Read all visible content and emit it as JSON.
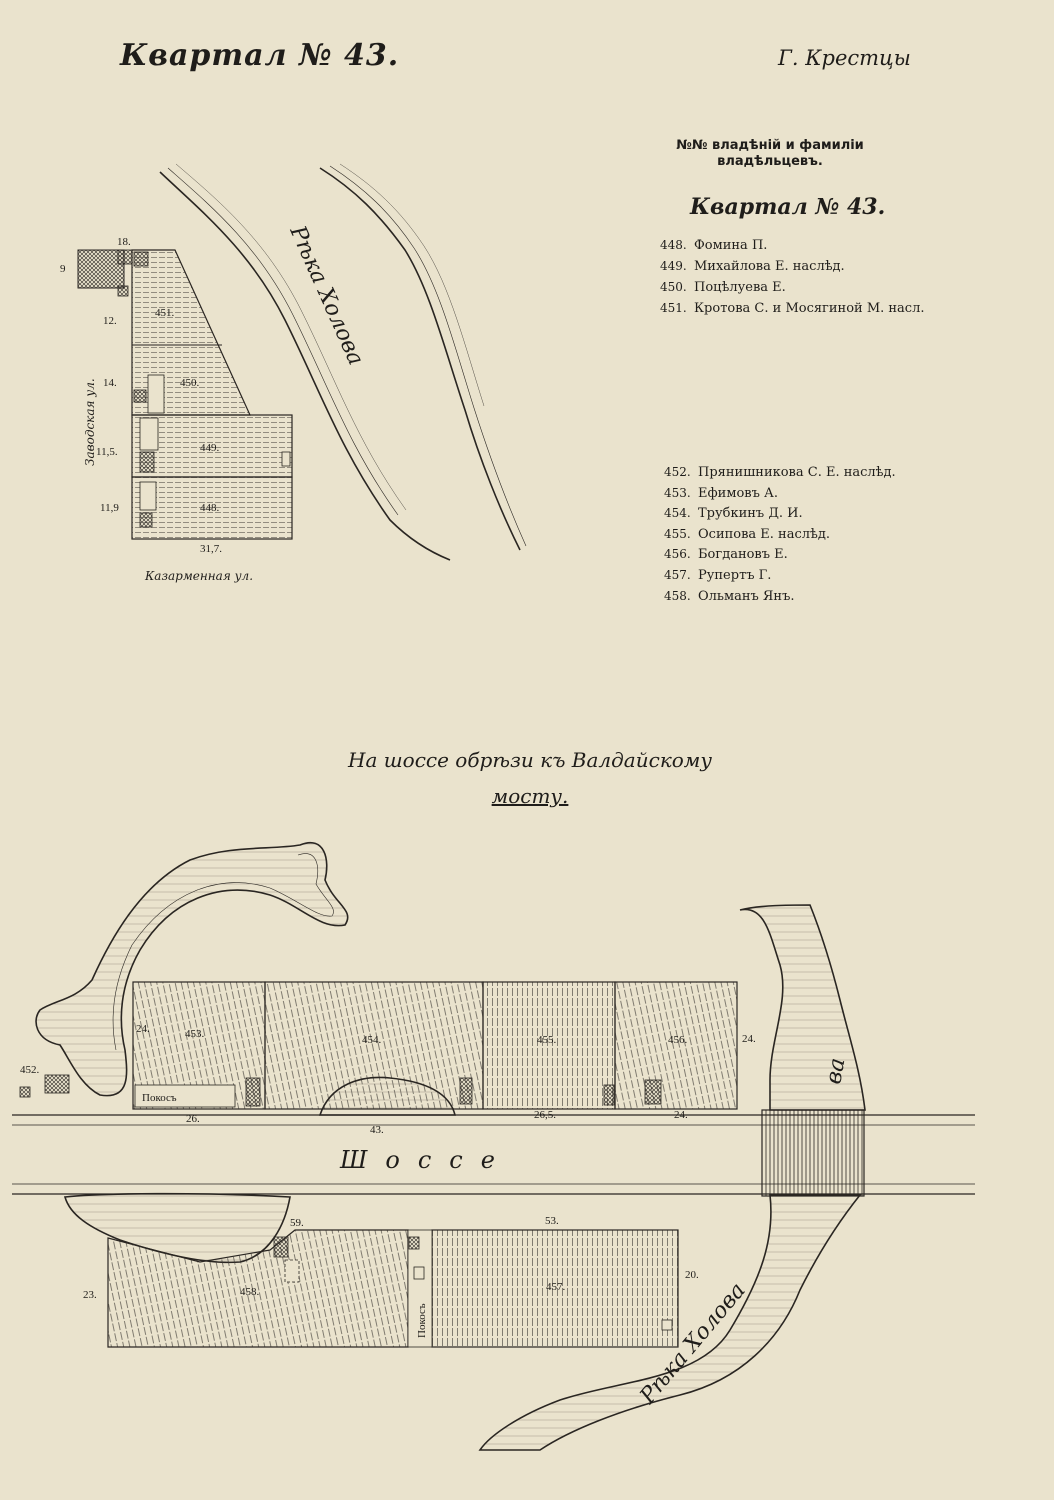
{
  "header": {
    "title": "Квартал № 43.",
    "town": "Г. Крестцы"
  },
  "legend": {
    "heading_line1": "№№ владѣній и фамиліи",
    "heading_line2": "владѣльцевъ.",
    "block_title": "Квартал № 43.",
    "group_a": [
      {
        "num": "448.",
        "name": "Фомина П."
      },
      {
        "num": "449.",
        "name": "Михайлова Е. наслѣд."
      },
      {
        "num": "450.",
        "name": "Поцѣлуева Е."
      },
      {
        "num": "451.",
        "name": "Кротова С. и Мосягиной М. насл."
      }
    ],
    "group_b": [
      {
        "num": "452.",
        "name": "Прянишникова С. Е. наслѣд."
      },
      {
        "num": "453.",
        "name": "Ефимовъ А."
      },
      {
        "num": "454.",
        "name": "Трубкинъ Д. И."
      },
      {
        "num": "455.",
        "name": "Осипова Е. наслѣд."
      },
      {
        "num": "456.",
        "name": "Богдановъ Е."
      },
      {
        "num": "457.",
        "name": "Рупертъ Г."
      },
      {
        "num": "458.",
        "name": "Ольманъ Янъ."
      }
    ]
  },
  "map_top": {
    "street_left": "Заводская ул.",
    "street_bottom": "Казарменная ул.",
    "river": "Рѣка Холова",
    "lots": [
      "451.",
      "450.",
      "449.",
      "448."
    ],
    "dims": [
      "18.",
      "9",
      "12.",
      "14.",
      "11,5.",
      "11,9",
      "31,7."
    ]
  },
  "caption": {
    "line1": "На шоссе обрѣзи къ Валдайскому",
    "line2": "мосту."
  },
  "map_bottom": {
    "road": "Шоссе",
    "river": "Рѣка Холова",
    "lots_north": [
      "453.",
      "454.",
      "455.",
      "456."
    ],
    "lots_south": [
      "458.",
      "457."
    ],
    "lot_452": "452.",
    "hay_label": "Покосъ",
    "hay_label_vertical": "Покосъ",
    "dims_north": [
      "24.",
      "26.",
      "43.",
      "26,5.",
      "24.",
      "24."
    ],
    "dims_south": [
      "59.",
      "53.",
      "23.",
      "20."
    ]
  }
}
